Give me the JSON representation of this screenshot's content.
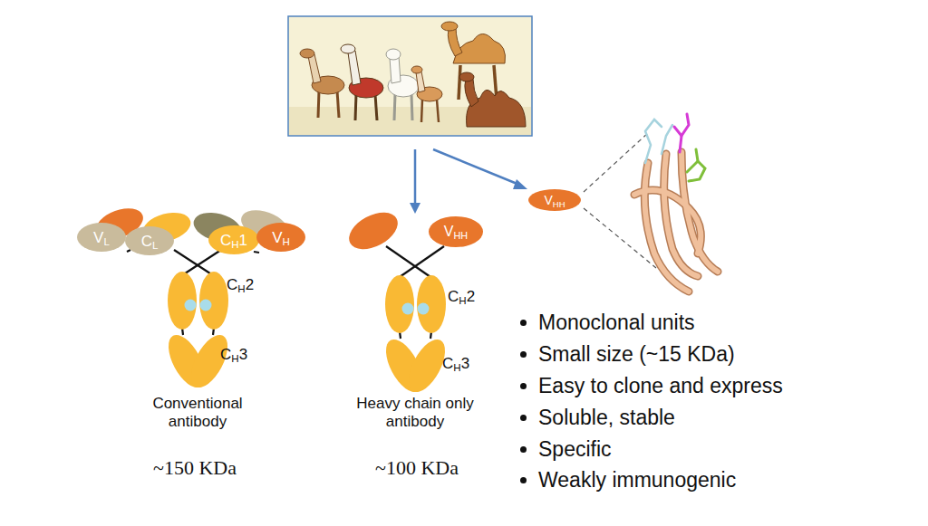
{
  "diagram": {
    "nodes": [
      {
        "text": [
          "VL"
        ]
      },
      {
        "text": [
          "CL"
        ]
      },
      {
        "text": [
          "CH1"
        ]
      },
      {
        "text": [
          "VH"
        ]
      },
      {
        "text": [
          "VHH"
        ]
      },
      {
        "text": [
          "VHH"
        ]
      }
    ],
    "labels": [
      "CH2",
      "CH3",
      "Conventional antibody",
      "~150 KDa",
      "CH2",
      "CH3",
      "Heavy chain only antibody",
      "~100 KDa",
      "Monoclonal units",
      "Small size (~15 KDa)",
      "Easy to clone and express",
      "Soluble, stable",
      "Specific",
      "Weakly immunogenic"
    ]
  }
}
